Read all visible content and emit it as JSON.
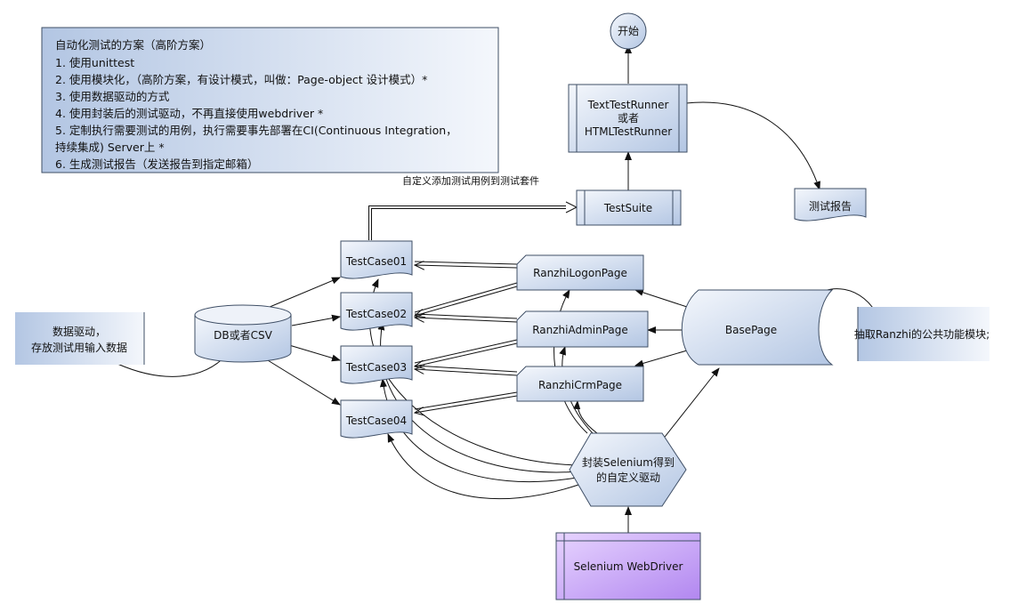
{
  "notes": {
    "title": "自动化测试的方案（高阶方案）",
    "lines": [
      "1. 使用unittest",
      "2. 使用模块化，（高阶方案，有设计模式，叫做：Page-object 设计模式）*",
      "3. 使用数据驱动的方式",
      "4. 使用封装后的测试驱动，不再直接使用webdriver *",
      "5. 定制执行需要测试的用例，执行需要事先部署在CI(Continuous Integration，",
      "持续集成) Server上 *",
      "6. 生成测试报告（发送报告到指定邮箱）"
    ]
  },
  "nodes": {
    "start": "开始",
    "runner_line1": "TextTestRunner",
    "runner_line2": "或者",
    "runner_line3": "HTMLTestRunner",
    "suite": "TestSuite",
    "report": "测试报告",
    "suite_edge_label": "自定义添加测试用例到测试套件",
    "testcases": [
      "TestCase01",
      "TestCase02",
      "TestCase03",
      "TestCase04"
    ],
    "pages": [
      "RanzhiLogonPage",
      "RanzhiAdminPage",
      "RanzhiCrmPage"
    ],
    "basepage": "BasePage",
    "db": "DB或者CSV",
    "datadrive_line1": "数据驱动，",
    "datadrive_line2": "存放测试用输入数据",
    "common_module": "抽取Ranzhi的公共功能模块;",
    "selenium_wrap_line1": "封装Selenium得到",
    "selenium_wrap_line2": "的自定义驱动",
    "webdriver": "Selenium WebDriver"
  },
  "colors": {
    "node_fill_top": "#f4f7fc",
    "node_fill_bottom": "#b3c6e3",
    "node_stroke": "#3f4f66",
    "webdriver_top": "#e7d4ff",
    "webdriver_bottom": "#b287f0",
    "edge": "#111111"
  }
}
